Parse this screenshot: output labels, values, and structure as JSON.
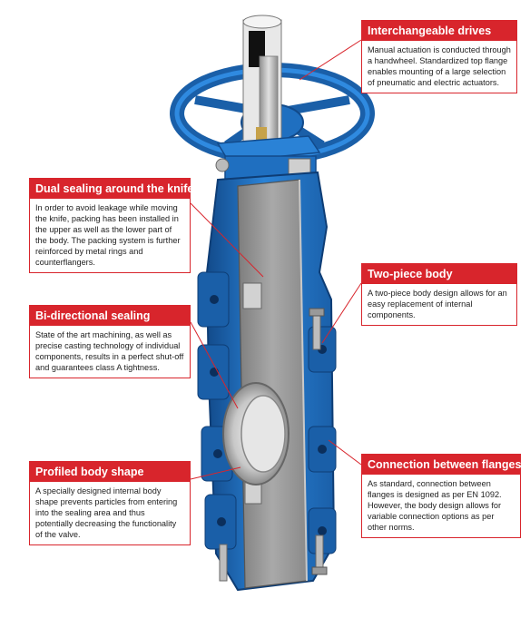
{
  "callouts": {
    "interchangeable_drives": {
      "title": "Interchangeable drives",
      "text": "Manual actuation is conducted through a handwheel. Standardized top flange enables mounting of a large selection of pneumatic and electric actuators."
    },
    "dual_sealing": {
      "title": "Dual sealing around the knife",
      "text": "In order to avoid leakage while moving the knife, packing has been installed in the upper as well as the lower part of the body. The packing system is further reinforced by metal rings and counterflangers."
    },
    "two_piece_body": {
      "title": "Two-piece body",
      "text": "A two-piece body design allows for an easy replacement of internal components."
    },
    "bi_directional": {
      "title": "Bi-directional sealing",
      "text": "State of the art machining, as well as precise casting technology of individual components, results in a perfect shut-off and guarantees class A tightness."
    },
    "profiled_body": {
      "title": "Profiled body shape",
      "text": "A specially designed internal body shape prevents particles from entering into the sealing area and thus potentially decreasing the functionality of the valve."
    },
    "connection_flanges": {
      "title": "Connection between flanges",
      "text": "As standard, connection between flanges is designed as per EN 1092. However, the body design allows for variable connection options as per other norms."
    }
  },
  "colors": {
    "accent_red": "#d8252c",
    "valve_blue": "#1f6fc0",
    "valve_blue_dark": "#124a8a",
    "knife_gray": "#9a9a9a",
    "stem_gray": "#b8b8b8"
  }
}
